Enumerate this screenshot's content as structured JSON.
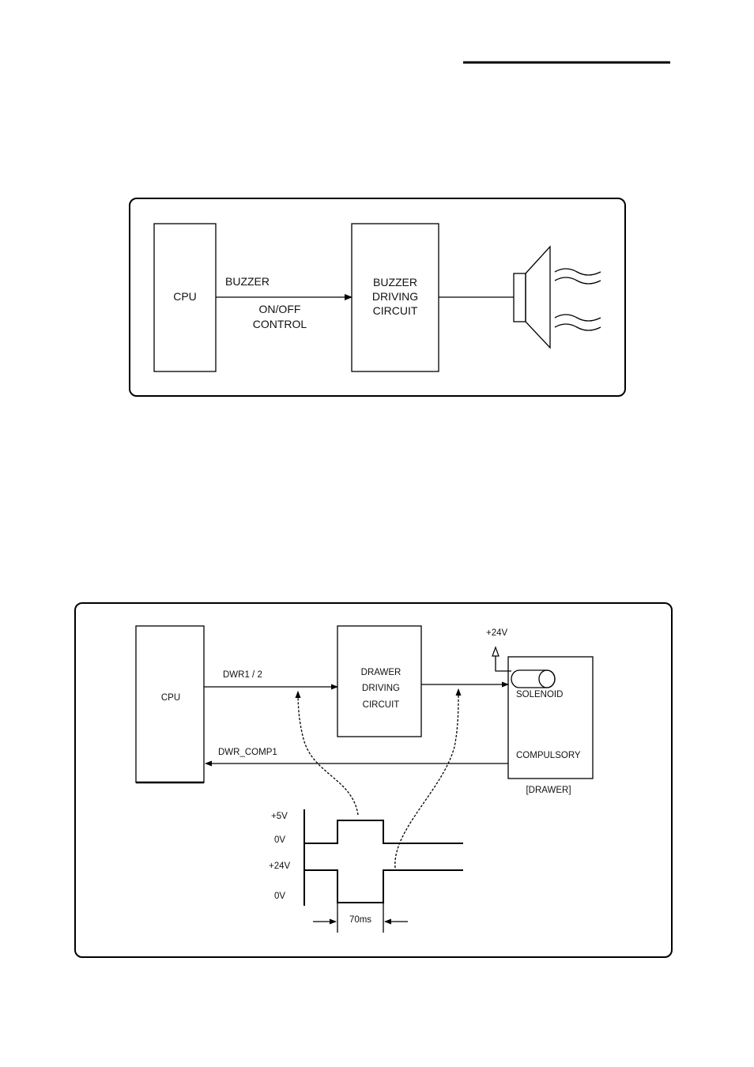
{
  "buzzer_diagram": {
    "cpu_label": "CPU",
    "signal_label_1": "BUZZER",
    "signal_label_2": "ON/OFF",
    "signal_label_3": "CONTROL",
    "driver_line_1": "BUZZER",
    "driver_line_2": "DRIVING",
    "driver_line_3": "CIRCUIT",
    "speaker_icon": "speaker-icon"
  },
  "drawer_diagram": {
    "cpu_label": "CPU",
    "out_signal_label": "DWR1 / 2",
    "in_signal_label": "DWR_COMP1",
    "driver_line_1": "DRAWER",
    "driver_line_2": "DRIVING",
    "driver_line_3": "CIRCUIT",
    "supply_label": "+24V",
    "solenoid_label": "SOLENOID",
    "compulsory_label": "COMPULSORY",
    "drawer_label": "[DRAWER]",
    "timing": {
      "level_5v": "+5V",
      "level_0v_a": "0V",
      "level_24v": "+24V",
      "level_0v_b": "0V",
      "pulse_width": "70ms"
    }
  }
}
